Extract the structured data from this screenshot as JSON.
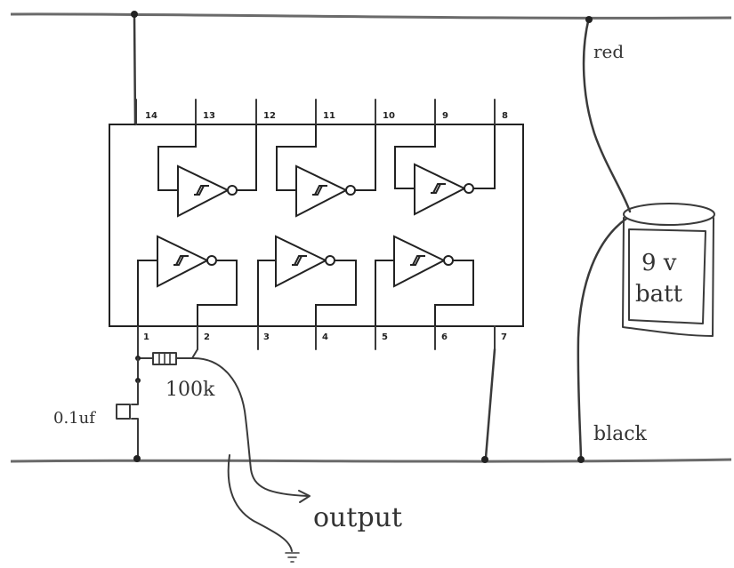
{
  "pins": {
    "p1": "1",
    "p2": "2",
    "p3": "3",
    "p4": "4",
    "p5": "5",
    "p6": "6",
    "p7": "7",
    "p8": "8",
    "p9": "9",
    "p10": "10",
    "p11": "11",
    "p12": "12",
    "p13": "13",
    "p14": "14"
  },
  "labels": {
    "red": "red",
    "black": "black",
    "battery_line1": "9 v",
    "battery_line2": "batt",
    "resistor": "100k",
    "capacitor": "0.1uf",
    "output": "output"
  },
  "colors": {
    "ink": "#222222",
    "rail": "#6a6a6a"
  }
}
